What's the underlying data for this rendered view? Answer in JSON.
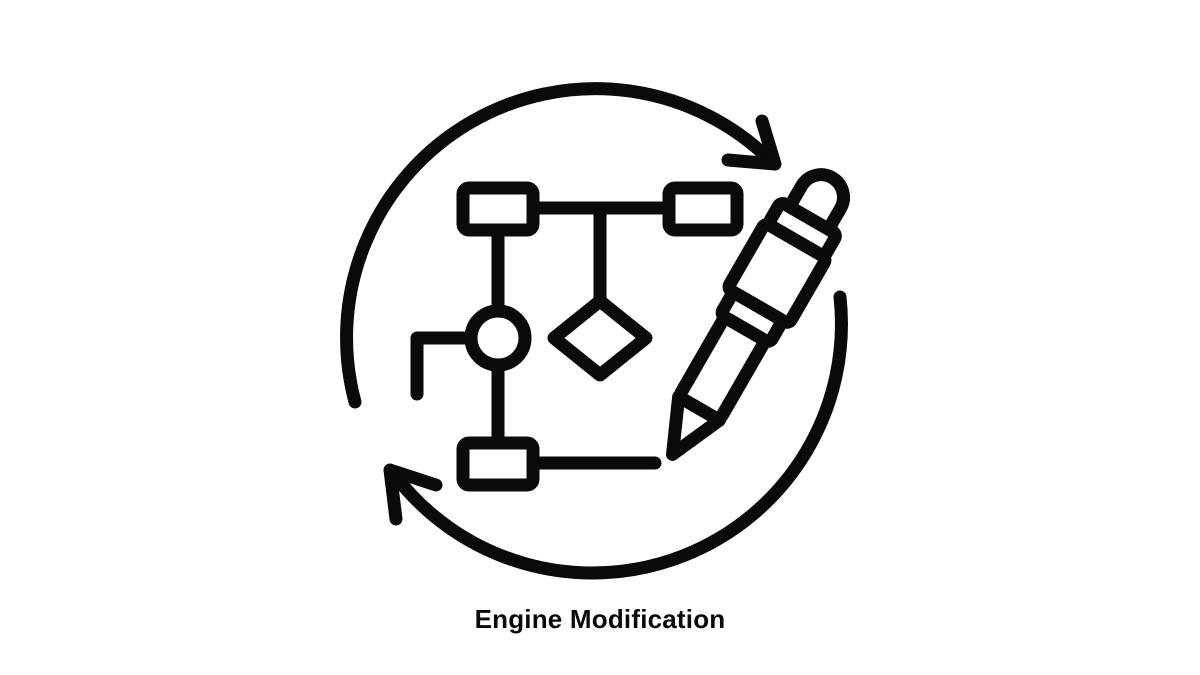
{
  "page": {
    "background_color": "#ffffff",
    "ink_color": "#0a0a0a"
  },
  "caption": {
    "text": "Engine Modification"
  },
  "icon": {
    "name": "engine-modification-icon",
    "description": "flowchart inside circular cycle arrows with pen",
    "color": "#0a0a0a",
    "fill_color": "#ffffff",
    "parts": [
      "cycle-arrow-top",
      "cycle-arrow-bottom",
      "flowchart-rect-top-left",
      "flowchart-rect-top-right",
      "flowchart-rect-bottom",
      "flowchart-circle-node",
      "flowchart-diamond-node",
      "pen"
    ]
  }
}
